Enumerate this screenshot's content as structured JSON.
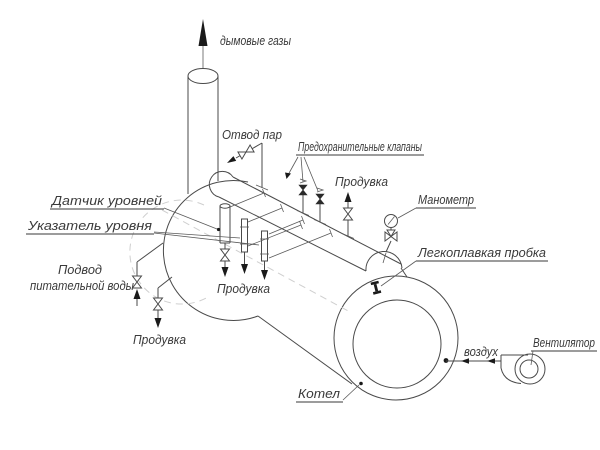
{
  "diagram": {
    "labels": {
      "flue_gases": "дымовые газы",
      "steam_outlet": "Отвод пар",
      "safety_valves": "Предохранительные клапаны",
      "blowdown_drum": "Продувка",
      "blowdown_gauges": "Продувка",
      "blowdown_left": "Продувка",
      "manometer": "Манометр",
      "level_sensor": "Датчик уровней",
      "level_indicator": "Указатель уровня",
      "fusible_plug": "Легкоплавкая пробка",
      "feed_water_1": "Подвод",
      "feed_water_2": "питательной воды",
      "air": "воздух",
      "fan": "Вентилятор",
      "boiler": "Котел"
    },
    "colors": {
      "line": "#4a4a4a",
      "text": "#3a3a3a",
      "background": "#ffffff",
      "solid_fill": "#1a1a1a"
    }
  }
}
